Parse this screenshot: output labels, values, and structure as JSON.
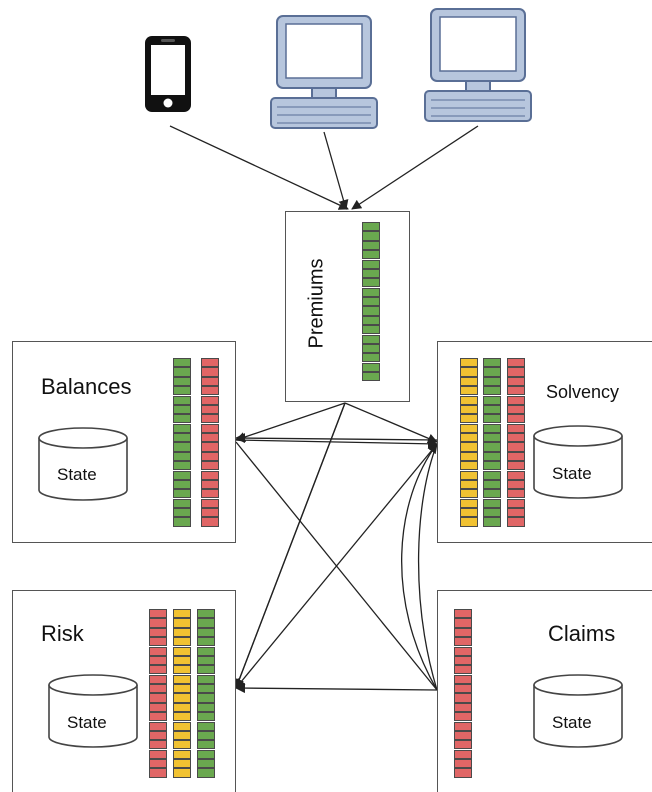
{
  "devices": [
    {
      "id": "phone",
      "icon": "smartphone-icon"
    },
    {
      "id": "desktop-1",
      "icon": "desktop-computer-icon"
    },
    {
      "id": "desktop-2",
      "icon": "desktop-computer-icon"
    }
  ],
  "services": {
    "premiums": {
      "label": "Premiums",
      "queues": [
        "green"
      ]
    },
    "balances": {
      "label": "Balances",
      "state_label": "State",
      "queues": [
        "green",
        "red"
      ]
    },
    "solvency": {
      "label": "Solvency",
      "state_label": "State",
      "queues": [
        "yellow",
        "green",
        "red"
      ]
    },
    "risk": {
      "label": "Risk",
      "state_label": "State",
      "queues": [
        "red",
        "yellow",
        "green"
      ]
    },
    "claims": {
      "label": "Claims",
      "state_label": "State",
      "queues": [
        "red"
      ]
    }
  },
  "colors": {
    "green": "#6aa84f",
    "red": "#e06666",
    "yellow": "#f1c232",
    "device": "#9fb3d1",
    "device_outline": "#5a6f96",
    "stroke": "#333333"
  }
}
